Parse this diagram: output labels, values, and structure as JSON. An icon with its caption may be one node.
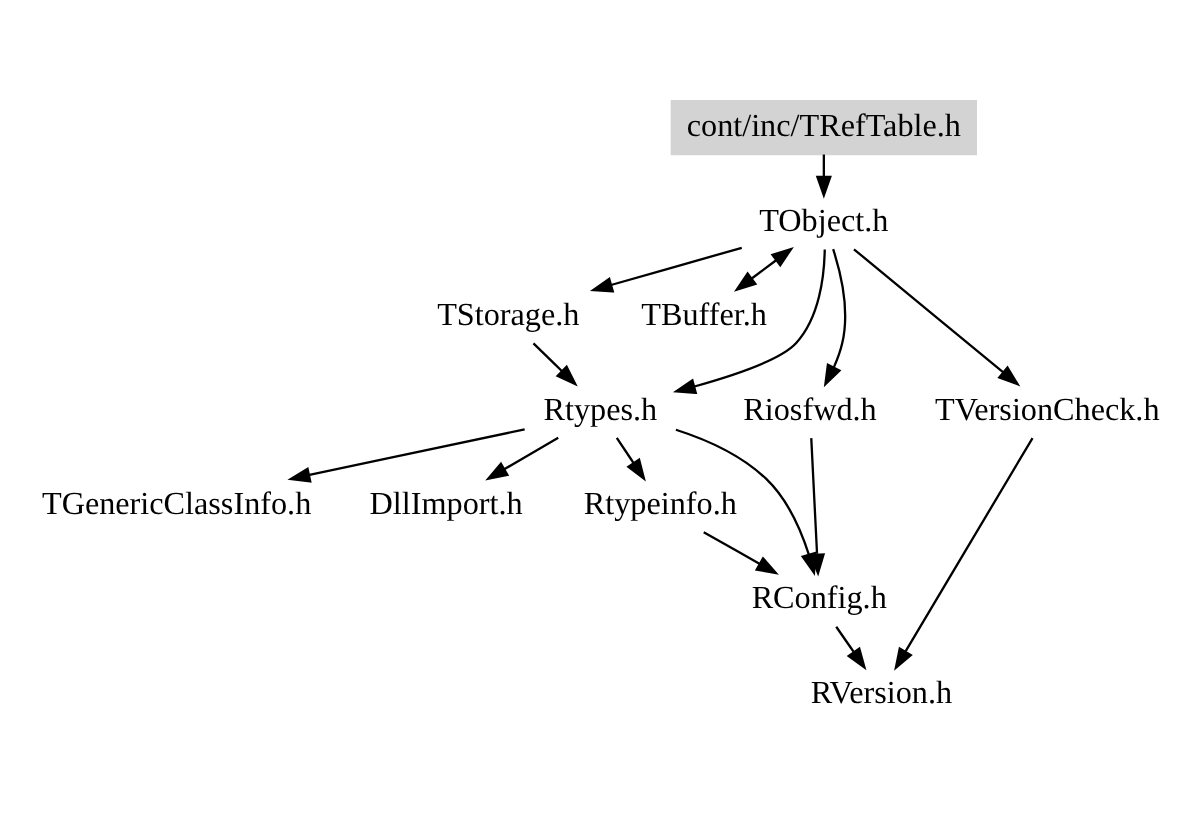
{
  "diagram": {
    "nodes": [
      {
        "text": [
          "cont/inc/TRefTable.h"
        ]
      },
      {
        "text": [
          "TObject.h"
        ]
      },
      {
        "text": [
          "TStorage.h"
        ]
      },
      {
        "text": [
          "TBuffer.h"
        ]
      },
      {
        "text": [
          "Riosfwd.h"
        ]
      },
      {
        "text": [
          "Rtypes.h"
        ]
      },
      {
        "text": [
          "TVersionCheck.h"
        ]
      },
      {
        "text": [
          "TGenericClassInfo.h"
        ]
      },
      {
        "text": [
          "DllImport.h"
        ]
      },
      {
        "text": [
          "Rtypeinfo.h"
        ]
      },
      {
        "text": [
          "RConfig.h"
        ]
      },
      {
        "text": [
          "RVersion.h"
        ]
      }
    ],
    "edges": [
      {
        "from": 0,
        "to": 1,
        "arrow": "to"
      },
      {
        "from": 1,
        "to": 4,
        "arrow": "to"
      },
      {
        "from": 1,
        "to": 2,
        "arrow": "to"
      },
      {
        "from": 1,
        "to": 3,
        "arrow": "both"
      },
      {
        "from": 1,
        "to": 5,
        "arrow": "to"
      },
      {
        "from": 1,
        "to": 6,
        "arrow": "to"
      },
      {
        "from": 2,
        "to": 5,
        "arrow": "to"
      },
      {
        "from": 5,
        "to": 7,
        "arrow": "to"
      },
      {
        "from": 5,
        "to": 8,
        "arrow": "to"
      },
      {
        "from": 5,
        "to": 9,
        "arrow": "to"
      },
      {
        "from": 5,
        "to": 10,
        "arrow": "to"
      },
      {
        "from": 4,
        "to": 10,
        "arrow": "to"
      },
      {
        "from": 9,
        "to": 10,
        "arrow": "to"
      },
      {
        "from": 10,
        "to": 11,
        "arrow": "to"
      },
      {
        "from": 6,
        "to": 11,
        "arrow": "to"
      }
    ]
  }
}
